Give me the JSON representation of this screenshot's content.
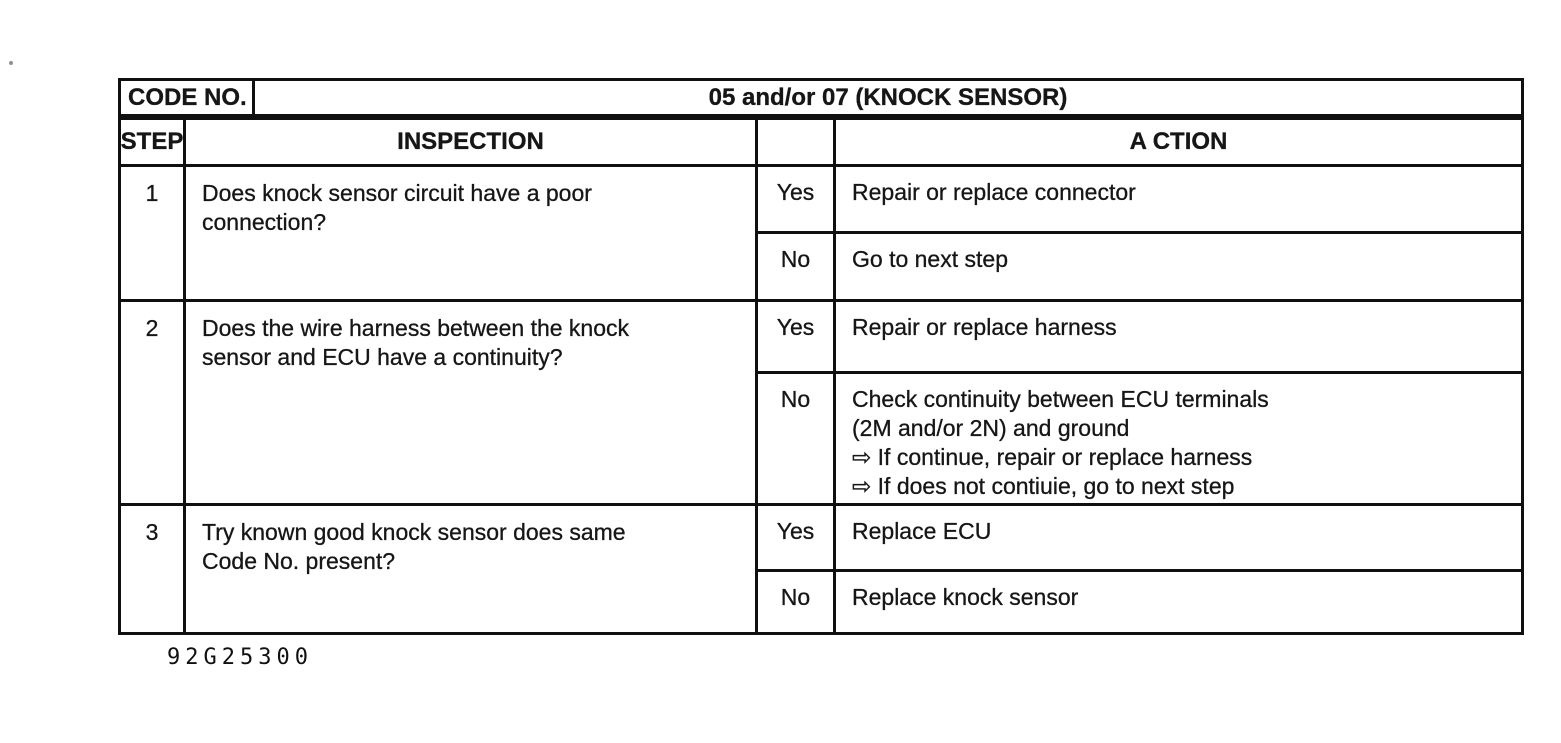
{
  "document": {
    "header": {
      "code_label": "CODE NO.",
      "code_value": "05 and/or 07 (KNOCK SENSOR)"
    },
    "columns": {
      "step": "STEP",
      "inspection": "INSPECTION",
      "result": "",
      "action": "A CTION"
    },
    "rows": [
      {
        "step": "1",
        "inspection": "Does knock sensor circuit have a poor\nconnection?",
        "outcomes": [
          {
            "label": "Yes",
            "action": "Repair or replace connector"
          },
          {
            "label": "No",
            "action": "Go to next step"
          }
        ]
      },
      {
        "step": "2",
        "inspection": "Does the wire harness between the knock\nsensor and ECU have a continuity?",
        "outcomes": [
          {
            "label": "Yes",
            "action": "Repair or replace harness"
          },
          {
            "label": "No",
            "action": "Check continuity between ECU terminals\n(2M and/or 2N) and ground\n⇨ If continue, repair or replace harness\n⇨ If does not contiuie, go to next step"
          }
        ]
      },
      {
        "step": "3",
        "inspection": "Try known good knock sensor does same\nCode No. present?",
        "outcomes": [
          {
            "label": "Yes",
            "action": "Replace ECU"
          },
          {
            "label": "No",
            "action": "Replace knock sensor"
          }
        ]
      }
    ],
    "footer_code": "92G25300"
  }
}
